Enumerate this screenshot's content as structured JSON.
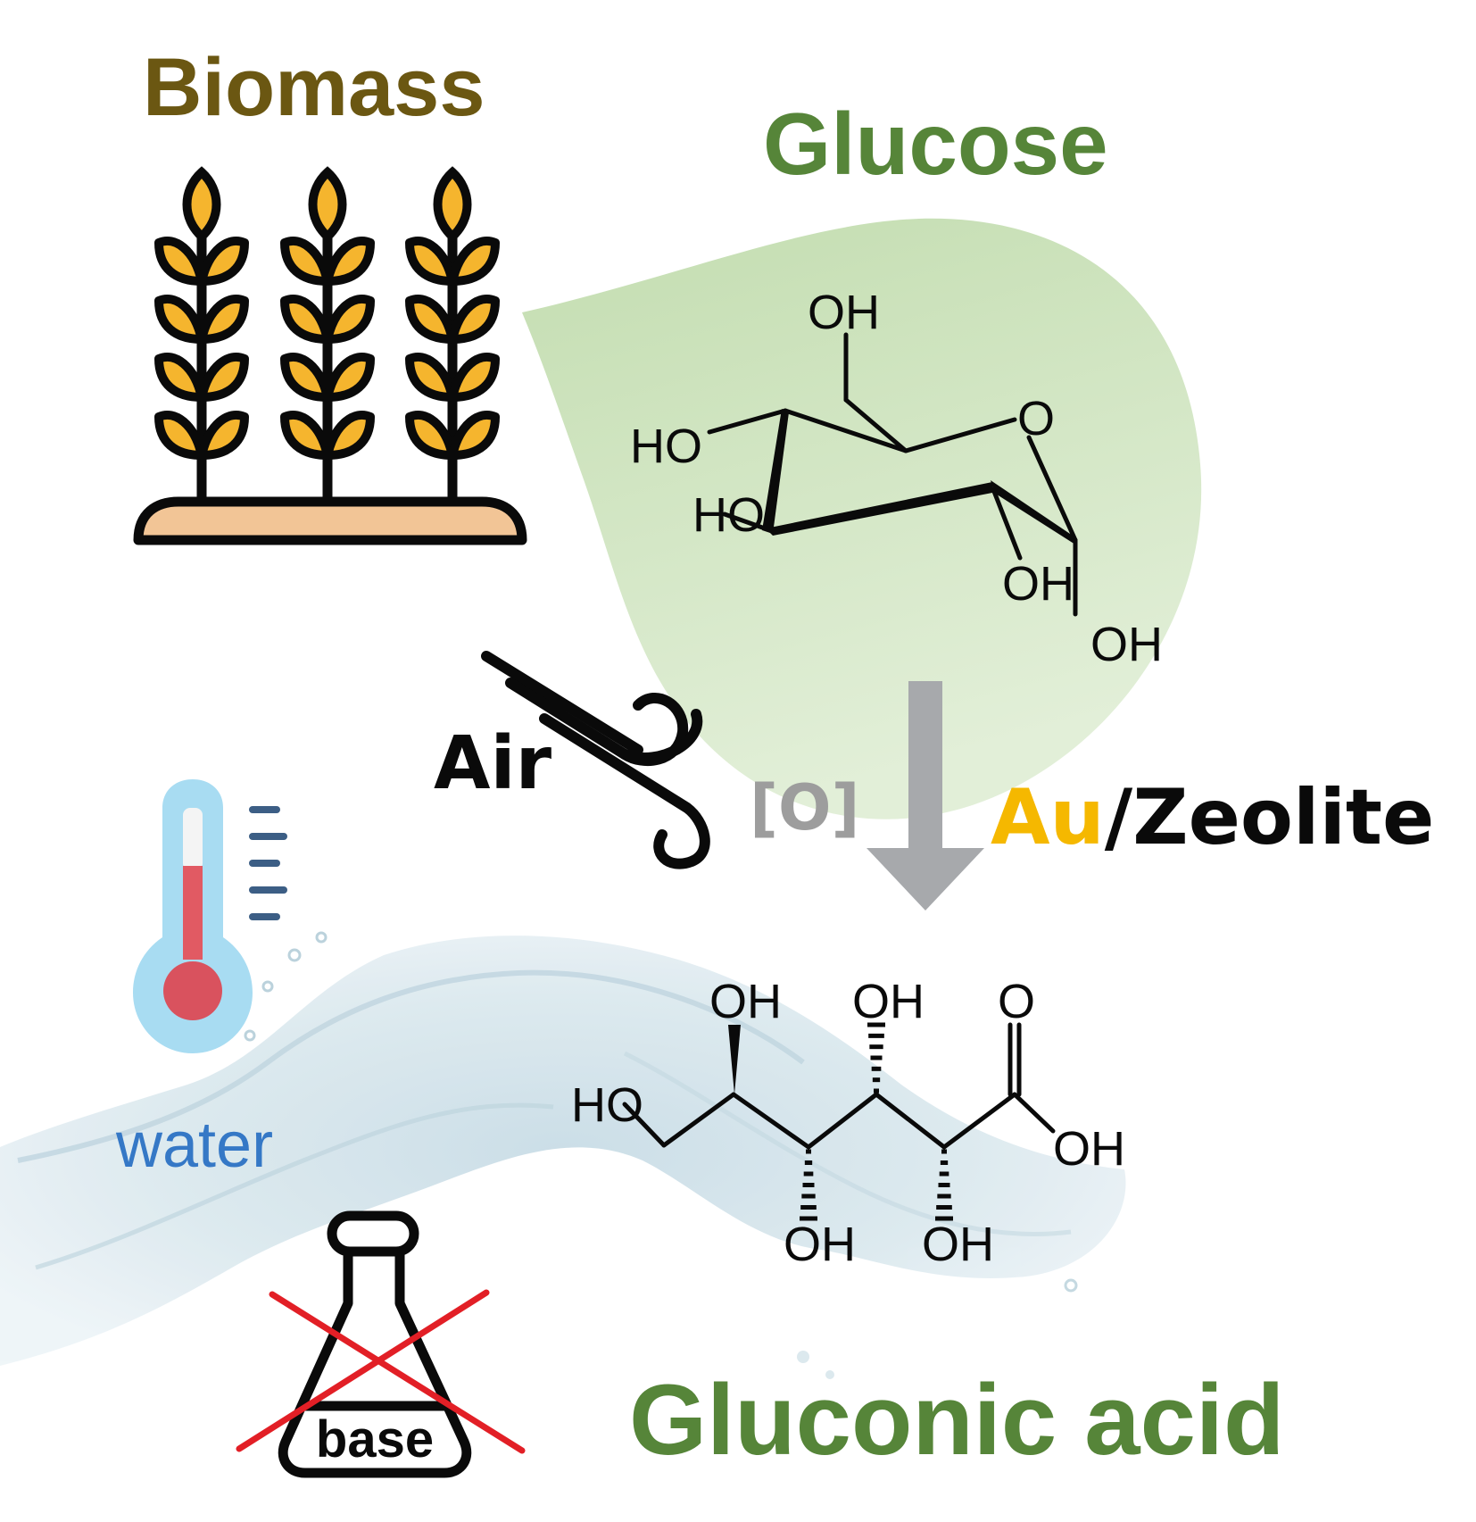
{
  "figure": {
    "type": "graphical-abstract",
    "topic": "Base-free aerobic oxidation of glucose to gluconic acid"
  },
  "labels": {
    "biomass": "Biomass",
    "glucose": "Glucose",
    "gluconic_acid": "Gluconic acid",
    "air": "Air",
    "oxidant": "[O]",
    "catalyst_metal": "Au",
    "catalyst_support": "/Zeolite",
    "solvent": "water",
    "no_base": "base"
  },
  "glucose_structure": {
    "atoms": [
      "OH",
      "O",
      "HO",
      "HO",
      "OH",
      "OH"
    ]
  },
  "gluconic_structure": {
    "atoms": [
      "HO",
      "OH",
      "OH",
      "O",
      "OH",
      "OH",
      "OH"
    ]
  },
  "icons": {
    "biomass": "wheat-crop-icon",
    "air": "wind-icon",
    "temperature": "thermometer-icon",
    "base": "flask-crossed-icon",
    "solvent": "water-splash-icon",
    "reaction": "down-arrow-icon"
  },
  "colors": {
    "biomass": "#6b5712",
    "glucose": "#568539",
    "gluconic_acid": "#568539",
    "gold": "#f5b800",
    "arrow": "#a7a9ac",
    "water": "#3578c6",
    "cross": "#e21f26",
    "leaf": "#cde4bf"
  }
}
